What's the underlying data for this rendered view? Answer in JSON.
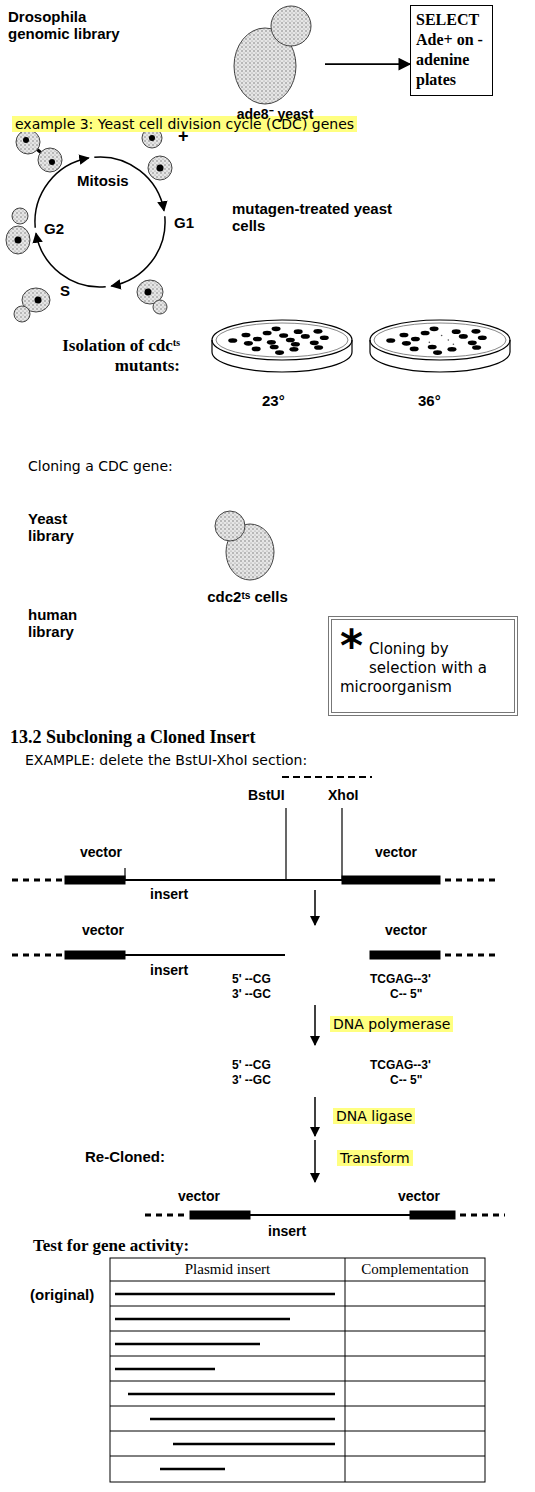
{
  "diagram": {
    "nodes": [
      {
        "text": [
          "ade8⁻ yeast"
        ]
      },
      {
        "text": [
          "SELECT Ade+ on -adenine plates"
        ]
      },
      {
        "text": [
          "*",
          "Cloning by selection with a microorganism"
        ]
      }
    ],
    "edges": [
      {
        "from": 0,
        "to": 1,
        "arrow": "to"
      }
    ],
    "labels": [
      "Drosophila genomic library",
      "example 3: Yeast cell division cycle (CDC) genes",
      "Mitosis",
      "+",
      "G1",
      "S",
      "G2",
      "mutagen-treated yeast cells",
      "Isolation of cdcᵗˢ mutants:",
      "23°",
      "36°",
      "Cloning a CDC gene:",
      "Yeast library",
      "cdc2ᵗˢ cells",
      "human library",
      "13.2 Subcloning a Cloned Insert",
      "EXAMPLE: delete the BstUI-XhoI section:",
      "BstUI",
      "XhoI",
      "vector",
      "vector",
      "insert",
      "vector",
      "vector",
      "insert",
      "5' --CG",
      "3' --GC",
      "TCGAG--3'",
      "C-- 5\"",
      "DNA polymerase",
      "5' --CG",
      "3' --GC",
      "TCGAG--3'",
      "C-- 5\"",
      "DNA ligase",
      "Re-Cloned:",
      "Transform",
      "vector",
      "vector",
      "insert",
      "Test for gene activity:",
      "Plasmid insert",
      "Complementation",
      "(original)"
    ]
  }
}
